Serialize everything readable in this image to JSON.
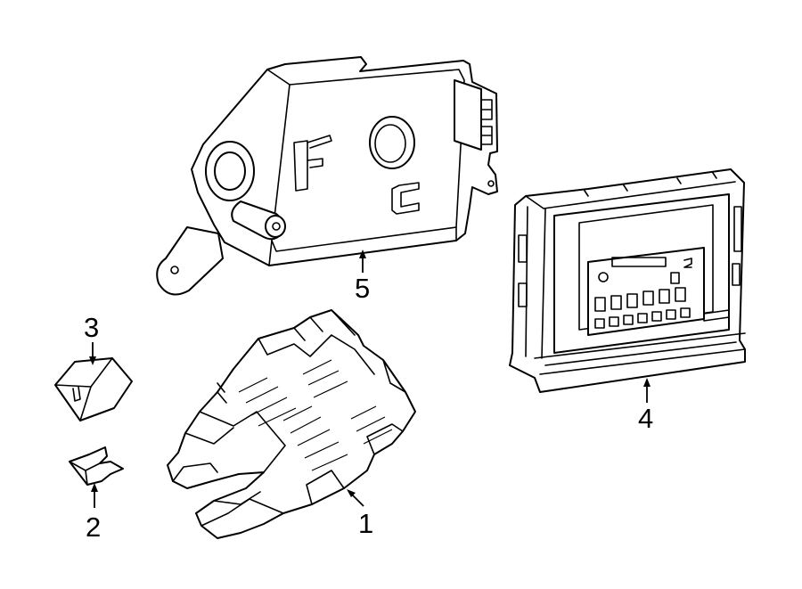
{
  "diagram": {
    "background": "#ffffff",
    "line_color": "#000000",
    "callouts": [
      "1",
      "2",
      "3",
      "4",
      "5"
    ]
  }
}
